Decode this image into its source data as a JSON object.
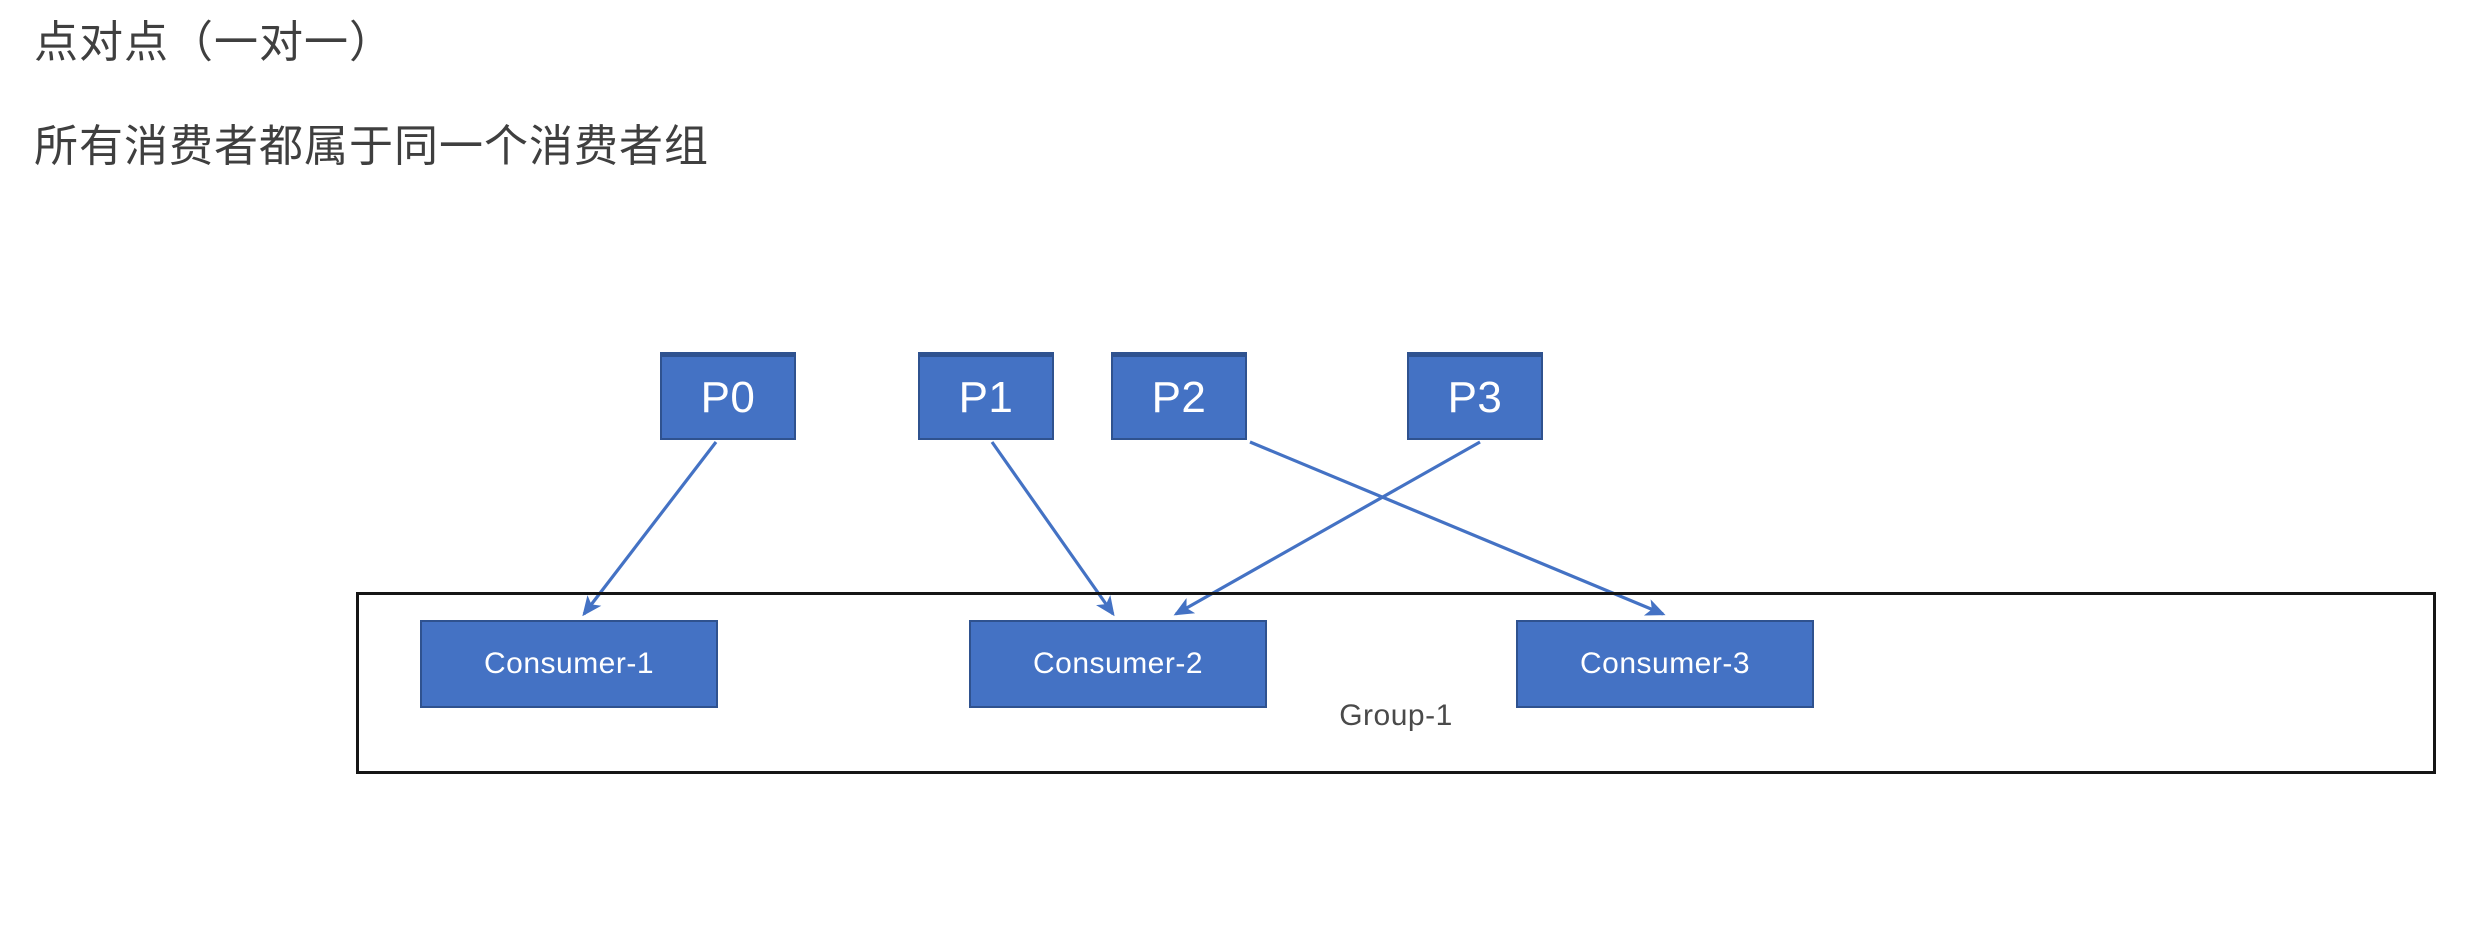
{
  "heading": {
    "title": "点对点（一对一）",
    "subtitle": "所有消费者都属于同一个消费者组"
  },
  "diagram": {
    "type": "kafka-consumer-group-assignment",
    "partitions": [
      {
        "id": "P0",
        "label": "P0"
      },
      {
        "id": "P1",
        "label": "P1"
      },
      {
        "id": "P2",
        "label": "P2"
      },
      {
        "id": "P3",
        "label": "P3"
      }
    ],
    "group": {
      "label": "Group-1",
      "consumers": [
        {
          "id": "consumer-1",
          "label": "Consumer-1"
        },
        {
          "id": "consumer-2",
          "label": "Consumer-2"
        },
        {
          "id": "consumer-3",
          "label": "Consumer-3"
        }
      ]
    },
    "connections": [
      {
        "from": "P0",
        "to": "consumer-1"
      },
      {
        "from": "P1",
        "to": "consumer-2"
      },
      {
        "from": "P2",
        "to": "consumer-3"
      },
      {
        "from": "P3",
        "to": "consumer-2"
      }
    ],
    "colors": {
      "box_fill": "#4472c4",
      "box_border": "#2f528f",
      "box_text": "#ffffff",
      "connector": "#4472c4",
      "group_border": "#151515",
      "heading_text": "#3f3f3f",
      "group_label_text": "#4a4a4a",
      "background": "#ffffff"
    }
  }
}
